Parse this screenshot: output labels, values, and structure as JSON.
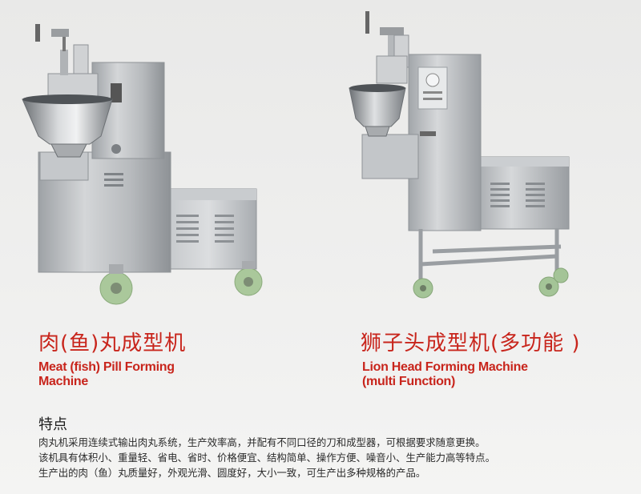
{
  "products": [
    {
      "name_cn": "肉(鱼)丸成型机",
      "name_en_line1": "Meat (fish) Pill Forming",
      "name_en_line2": "Machine"
    },
    {
      "name_cn": "狮子头成型机(多功能 )",
      "name_en_line1": "Lion Head Forming Machine",
      "name_en_line2": "(multi Function)"
    }
  ],
  "features": {
    "title": "特点",
    "lines": [
      "肉丸机采用连续式输出肉丸系统，生产效率高，并配有不同口径的刀和成型器，可根据要求随意更换。",
      "该机具有体积小、重量轻、省电、省时、价格便宜、结构简单、操作方便、噪音小、生产能力高等特点。",
      "生产出的肉（鱼）丸质量好，外观光滑、圆度好，大小一致，可生产出多种规格的产品。"
    ]
  },
  "colors": {
    "title_red": "#c8251c",
    "steel": "#b9bcbf",
    "wheel_green": "#a9c79a"
  }
}
